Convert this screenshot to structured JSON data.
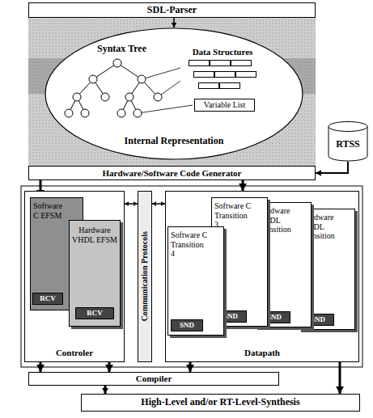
{
  "diagram": {
    "nodes": [
      {
        "text": [
          "SDL-Parser"
        ]
      },
      {
        "text": [
          "Syntax Tree",
          "Internal Representation"
        ]
      },
      {
        "text": [
          "Data Structures"
        ],
        "in": 1
      },
      {
        "text": [
          "Variable List"
        ],
        "in": 1
      },
      {
        "text": [
          "Hardware/Software Code Generator"
        ]
      },
      {
        "text": [
          "RTSS"
        ]
      },
      {
        "text": [
          "Controler"
        ]
      },
      {
        "text": [
          "Software C EFSM"
        ],
        "in": 6
      },
      {
        "text": [
          "RCV"
        ],
        "in": 7
      },
      {
        "text": [
          "Hardware VHDL EFSM"
        ],
        "in": 6
      },
      {
        "text": [
          "RCV"
        ],
        "in": 9
      },
      {
        "text": [
          "Communication Protocols"
        ]
      },
      {
        "text": [
          "Datapath"
        ]
      },
      {
        "text": [
          "Software C Transition 4"
        ],
        "in": 12
      },
      {
        "text": [
          "SND"
        ],
        "in": 13
      },
      {
        "text": [
          "Software C Transition 3"
        ],
        "in": 12
      },
      {
        "text": [
          "SND"
        ],
        "in": 15
      },
      {
        "text": [
          "Hardware VHDL Transition 2"
        ],
        "in": 12
      },
      {
        "text": [
          "SND"
        ],
        "in": 17
      },
      {
        "text": [
          "Hardware VHDL Transition 1"
        ],
        "in": 12
      },
      {
        "text": [
          "SND"
        ],
        "in": 19
      },
      {
        "text": [
          "Compiler"
        ]
      },
      {
        "text": [
          "High-Level and/or RT-Level-Synthesis"
        ]
      }
    ],
    "edges": [
      {
        "from": 0,
        "to": 1,
        "arrow": "to"
      },
      {
        "from": 4,
        "to": 7,
        "arrow": "to"
      },
      {
        "from": 4,
        "to": 12,
        "arrow": "to"
      },
      {
        "from": 5,
        "to": 4,
        "arrow": "to"
      },
      {
        "from": 6,
        "to": 11,
        "arrow": "both"
      },
      {
        "from": 11,
        "to": 12,
        "arrow": "both"
      },
      {
        "from": 7,
        "to": 21,
        "arrow": "to"
      },
      {
        "from": 9,
        "to": 21,
        "arrow": "to"
      },
      {
        "from": 13,
        "to": 21,
        "arrow": "to"
      },
      {
        "from": 21,
        "to": 22,
        "arrow": "to"
      },
      {
        "from": 19,
        "to": 22,
        "arrow": "to"
      }
    ]
  }
}
